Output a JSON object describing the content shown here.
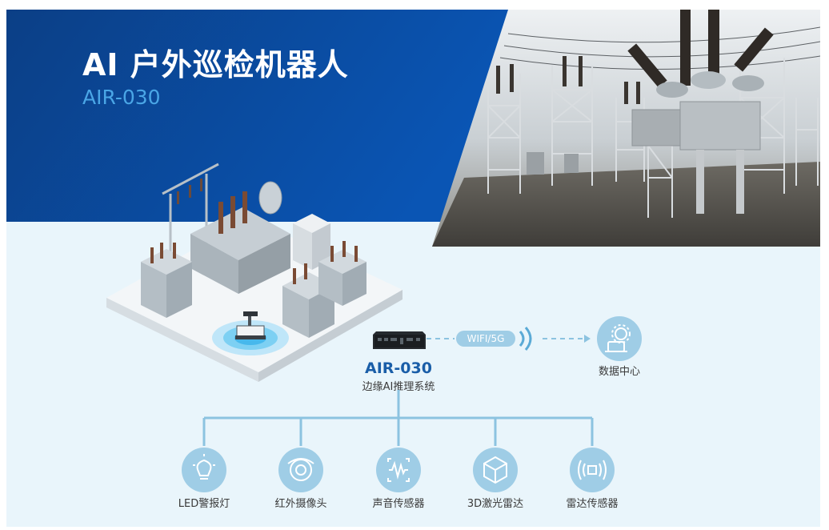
{
  "header": {
    "title": "AI 户外巡检机器人",
    "model": "AIR-030"
  },
  "device": {
    "name": "AIR-030",
    "description": "边缘AI推理系统"
  },
  "connection": {
    "label": "WIFI/5G"
  },
  "data_center": {
    "label": "数据中心",
    "icon": "data-center-icon"
  },
  "sensors": [
    {
      "label": "LED警报灯",
      "icon": "bulb-icon"
    },
    {
      "label": "红外摄像头",
      "icon": "camera-icon"
    },
    {
      "label": "声音传感器",
      "icon": "sound-wave-icon"
    },
    {
      "label": "3D激光雷达",
      "icon": "cube-icon"
    },
    {
      "label": "雷达传感器",
      "icon": "radar-icon"
    }
  ],
  "colors": {
    "banner_dark": "#0b3f86",
    "accent_blue": "#1a5ea8",
    "subtitle_blue": "#4aa6e6",
    "circle_fill": "#9fcde6",
    "background": "#e9f5fb"
  }
}
